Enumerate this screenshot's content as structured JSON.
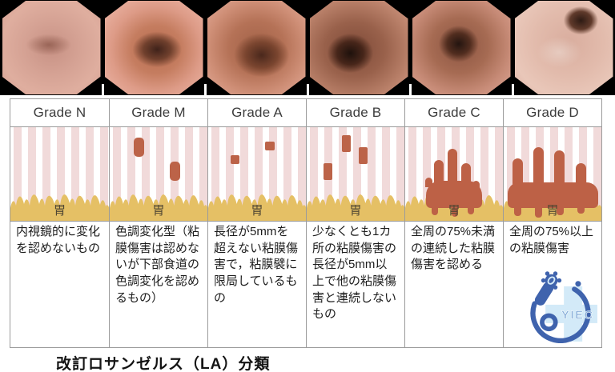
{
  "figure": {
    "caption": "改訂ロサンゼルス（LA）分類",
    "logo_text": "YIEC"
  },
  "table": {
    "columns": [
      {
        "grade": "Grade N",
        "stomach_label": "胃",
        "description": "内視鏡的に変化を認めないもの"
      },
      {
        "grade": "Grade M",
        "stomach_label": "胃",
        "description": "色調変化型（粘膜傷害は認めないが下部食道の色調変化を認めるもの）"
      },
      {
        "grade": "Grade A",
        "stomach_label": "胃",
        "description": "長径が5mmを超えない粘膜傷害で，粘膜襞に限局しているもの"
      },
      {
        "grade": "Grade B",
        "stomach_label": "胃",
        "description": "少なくとも1カ所の粘膜傷害の長径が5mm以上で他の粘膜傷害と連続しないもの"
      },
      {
        "grade": "Grade C",
        "stomach_label": "胃",
        "description": "全周の75%未満の連続した粘膜傷害を認める"
      },
      {
        "grade": "Grade D",
        "stomach_label": "胃",
        "description": "全周の75%以上の粘膜傷害"
      }
    ]
  },
  "colors": {
    "stripe_pink": "#f1dada",
    "stomach_gold": "#e5c065",
    "lesion_brown": "#bc6348",
    "mound_brown": "#bd6146",
    "border_gray": "#9b9b9b",
    "logo_blue": "#3f63ad",
    "logo_light_blue": "#d3eaf8"
  }
}
